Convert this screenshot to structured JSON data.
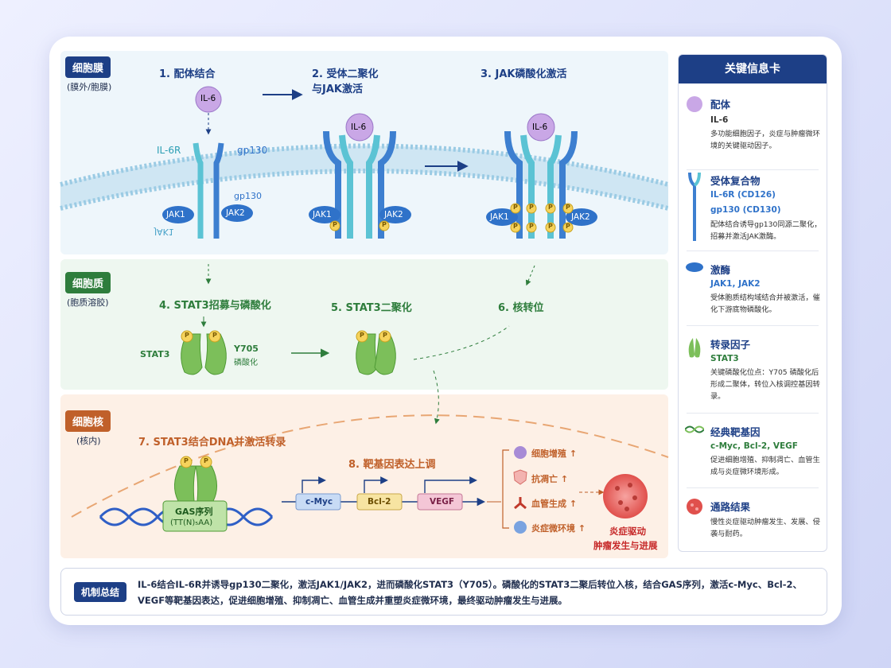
{
  "zones": {
    "membrane": {
      "tag": "细胞膜",
      "sub": "(膜外/胞膜)"
    },
    "cytoplasm": {
      "tag": "细胞质",
      "sub": "(胞质溶胶)"
    },
    "nucleus": {
      "tag": "细胞核",
      "sub": "(核内)"
    }
  },
  "steps": {
    "s1": "1. 配体结合",
    "s2a": "2. 受体二聚化",
    "s2b": "与JAK激活",
    "s3": "3. JAK磷酸化激活",
    "s4": "4. STAT3招募与磷酸化",
    "s5": "5. STAT3二聚化",
    "s6": "6. 核转位",
    "s7": "7. STAT3结合DNA并激活转录",
    "s8": "8. 靶基因表达上调"
  },
  "labels": {
    "il6": "IL-6",
    "il6r": "IL-6R",
    "gp130": "gp130",
    "gp130_mirror": "gp130",
    "jak1": "JAK1",
    "jak2": "JAK2",
    "mirrored_text": "JAK1",
    "p": "P",
    "stat3": "STAT3",
    "y705": "Y705",
    "phos": "磷酸化",
    "gas": "GAS序列",
    "gas_seq": "(TT(N)₅AA)",
    "genes": [
      "c-Myc",
      "Bcl-2",
      "VEGF"
    ],
    "outcomes": [
      "细胞增殖 ↑",
      "抗凋亡 ↑",
      "血管生成 ↑",
      "炎症微环境 ↑"
    ],
    "tumor1": "炎症驱动",
    "tumor2": "肿瘤发生与进展"
  },
  "key_card": {
    "title": "关键信息卡",
    "items": [
      {
        "title": "配体",
        "names": [
          "IL-6"
        ],
        "desc": "多功能细胞因子，炎症与肿瘤微环境的关键驱动因子。",
        "icon": "ligand-icon"
      },
      {
        "title": "受体复合物",
        "names": [
          "IL-6R (CD126)",
          "gp130 (CD130)"
        ],
        "desc": "配体结合诱导gp130同源二聚化，招募并激活JAK激酶。",
        "icon": "receptor-icon"
      },
      {
        "title": "激酶",
        "names": [
          "JAK1, JAK2"
        ],
        "desc": "受体胞质结构域结合并被激活，催化下游底物磷酸化。",
        "icon": "kinase-icon"
      },
      {
        "title": "转录因子",
        "names": [
          "STAT3"
        ],
        "desc": "关键磷酸化位点：Y705 磷酸化后形成二聚体，转位入核调控基因转录。",
        "icon": "stat3-icon"
      },
      {
        "title": "经典靶基因",
        "names": [
          "c-Myc, Bcl-2, VEGF"
        ],
        "desc": "促进细胞增殖、抑制凋亡、血管生成与炎症微环境形成。",
        "icon": "dna-icon"
      },
      {
        "title": "通路结果",
        "names": [],
        "desc": "慢性炎症驱动肿瘤发生、发展、侵袭与耐药。",
        "icon": "tumor-icon"
      }
    ]
  },
  "summary": {
    "tag": "机制总结",
    "text": "IL-6结合IL-6R并诱导gp130二聚化，激活JAK1/JAK2，进而磷酸化STAT3（Y705）。磷酸化的STAT3二聚后转位入核，结合GAS序列，激活c-Myc、Bcl-2、VEGF等靶基因表达，促进细胞增殖、抑制凋亡、血管生成并重塑炎症微环境，最终驱动肿瘤发生与进展。"
  },
  "colors": {
    "navy": "#1d3f86",
    "membrane_bg": "#eef6fb",
    "cyto_bg": "#eef7f0",
    "nucleus_bg": "#fdf0e6",
    "green": "#2e7d3c",
    "orange": "#c0602a",
    "red": "#c62828"
  }
}
